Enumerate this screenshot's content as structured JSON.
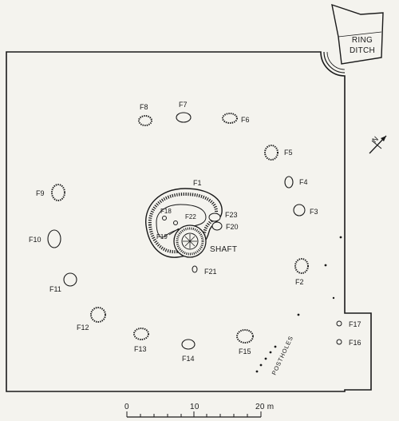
{
  "ring_ditch_label_line1": "RING",
  "ring_ditch_label_line2": "DITCH",
  "shaft_label": "SHAFT",
  "postholes_label": "POSTHOLES",
  "north_label": "N",
  "features": {
    "F1": "F1",
    "F2": "F2",
    "F3": "F3",
    "F4": "F4",
    "F5": "F5",
    "F6": "F6",
    "F7": "F7",
    "F8": "F8",
    "F9": "F9",
    "F10": "F10",
    "F11": "F11",
    "F12": "F12",
    "F13": "F13",
    "F14": "F14",
    "F15": "F15",
    "F16": "F16",
    "F17": "F17",
    "F18": "F18",
    "F19": "F19",
    "F20": "F20",
    "F21": "F21",
    "F22": "F22",
    "F23": "F23"
  },
  "scale_bar": {
    "tick_0": "0",
    "tick_10": "10",
    "tick_20": "20 m"
  },
  "colors": {
    "ink": "#1a1a1a",
    "paper": "#f4f3ee"
  }
}
